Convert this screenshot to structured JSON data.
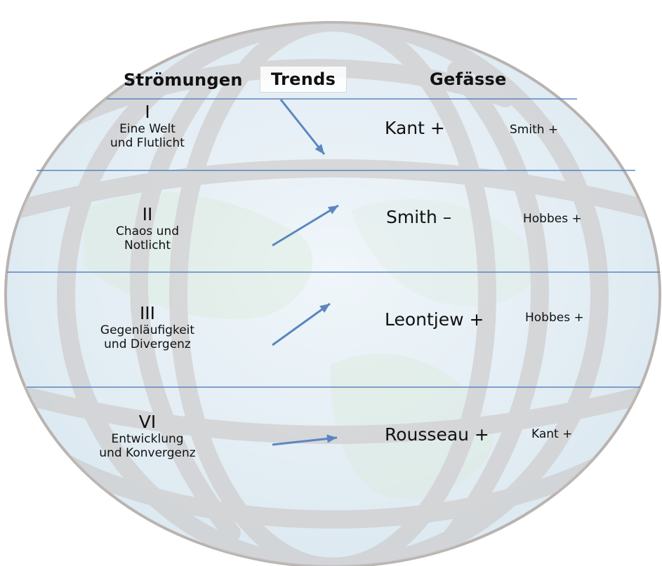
{
  "headers": {
    "stroemungen": "Strömungen",
    "trends": "Trends",
    "gefaesse": "Gefässe"
  },
  "rows": [
    {
      "numeral": "I",
      "line1": "Eine Welt",
      "line2": "und Flutlicht",
      "primary": "Kant +",
      "secondary": "Smith +",
      "trend": "down"
    },
    {
      "numeral": "II",
      "line1": "Chaos und",
      "line2": "Notlicht",
      "primary": "Smith –",
      "secondary": "Hobbes +",
      "trend": "up"
    },
    {
      "numeral": "III",
      "line1": "Gegenläufigkeit",
      "line2": "und Divergenz",
      "primary": "Leontjew +",
      "secondary": "Hobbes +",
      "trend": "up"
    },
    {
      "numeral": "VI",
      "line1": "Entwicklung",
      "line2": "und Konvergenz",
      "primary": "Rousseau +",
      "secondary": "Kant +",
      "trend": "right"
    }
  ],
  "colors": {
    "line": "#5b86c0",
    "arrow": "#5b86c0",
    "globe_fill": "#e3eef5",
    "globe_edge": "#b9b3b0",
    "globe_grid": "#c9c4c1",
    "land": "#dbe9d9",
    "text": "#111111"
  },
  "icons": {
    "background": "globe-icon",
    "trend_marker": "arrow-icon"
  }
}
